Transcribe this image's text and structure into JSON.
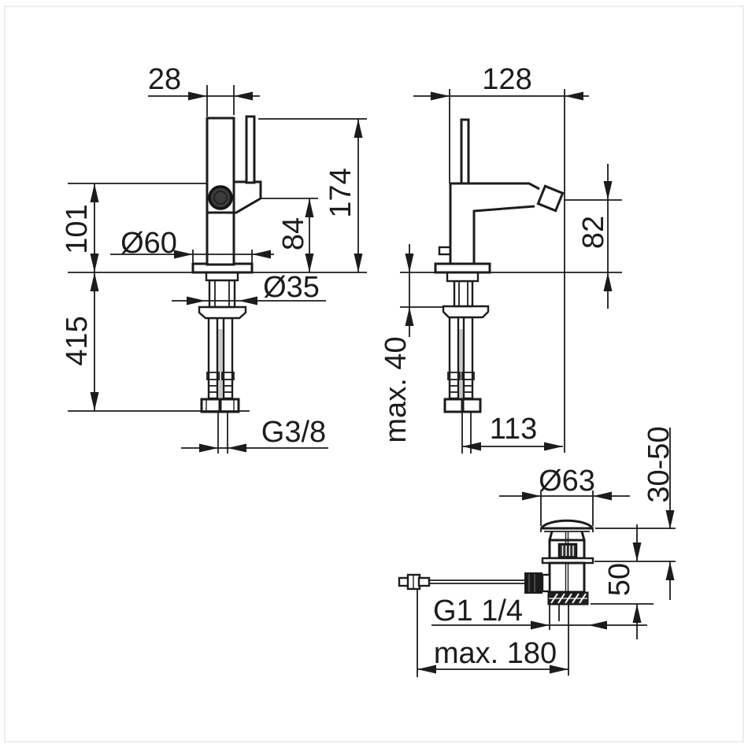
{
  "drawing": {
    "type": "technical-dimension-drawing",
    "subject": "single-lever bidet mixer with pop-up waste",
    "views": {
      "front": {
        "dims": {
          "spout_offset": "28",
          "outlet_height": "101",
          "base_plate_diameter": "Ø60",
          "mounting_depth": "415",
          "total_height": "174",
          "spout_height": "84",
          "mounting_hole_diameter": "Ø35",
          "hose_connection_thread": "G3/8"
        }
      },
      "side": {
        "dims": {
          "total_depth": "128",
          "outlet_height": "82",
          "max_mounting_thickness": "max. 40",
          "outlet_projection": "113"
        }
      },
      "drain": {
        "dims": {
          "plug_diameter": "Ø63",
          "plug_height_range": "30-50",
          "body_height": "50",
          "outlet_thread": "G1 1/4",
          "max_rod_length": "max. 180"
        }
      }
    }
  },
  "colors": {
    "line": "#1c1c1c",
    "fill_dark": "#3b3b3a",
    "fill_black": "#1f1f1f",
    "shade_gray": "#c9c9c9",
    "background": "#ffffff",
    "frame_border": "#dcdcdc"
  }
}
